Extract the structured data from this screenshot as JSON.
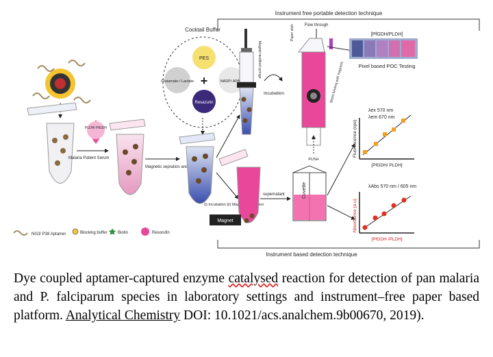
{
  "diagram": {
    "header_top": "Instrument free portable detection technique",
    "header_bottom": "Instrument based detection technique",
    "cocktail_title": "Cocktail Buffer",
    "reagents": [
      "PES",
      "Glutamate / Lactate",
      "NADP/ APAD",
      "Resazurin"
    ],
    "plus": "+",
    "enzyme_label": "PLDH/ PfGDH",
    "serum_label": "Malaria Patient Serum",
    "magnetic_step": "Magnetic sepration and washing",
    "incubation_step": "(i) Incubation (ii) Magnetic sepration",
    "syringe_label": "Magnet modified syringe",
    "incubation": "Incubation",
    "flow_through": "Flow through",
    "paper_stick": "Paper stick",
    "biotin_binding": "Biotin binding with magnetic",
    "push": "PUSH",
    "pixel_title": "[PfGDH/PLDH]",
    "pixel_caption": "Pixel based POC Testing",
    "supernatant": "supernatant",
    "cuvette": "Cuvette",
    "magnet": "Magnet",
    "legend": [
      "NG3/ P38 Aptamer",
      "Blocking buffer",
      "Biotin",
      "Resorufin"
    ],
    "fluorescence_chart": {
      "ylabel": "Fluorescence (cps)",
      "xlabel": "[PfGDH/ PLDH]",
      "ex": "λex 570 nm",
      "em": "λem 670 nm"
    },
    "absorbance_chart": {
      "ylabel": "Absorbance (a.u)",
      "xlabel": "[PfGDH /PLDH]",
      "abs": "λAbs 570 nm / 605 nm"
    }
  },
  "caption": {
    "text1": "Dye coupled aptamer-captured enzyme ",
    "catalysed": "catalysed",
    "text2": " reaction for detection of pan malaria and P. falciparum species in laboratory settings and instrument–free paper based platform. ",
    "journal": "Analytical Chemistry",
    "text3": " DOI: 10.1021/acs.analchem.9b00670, 2019)."
  }
}
